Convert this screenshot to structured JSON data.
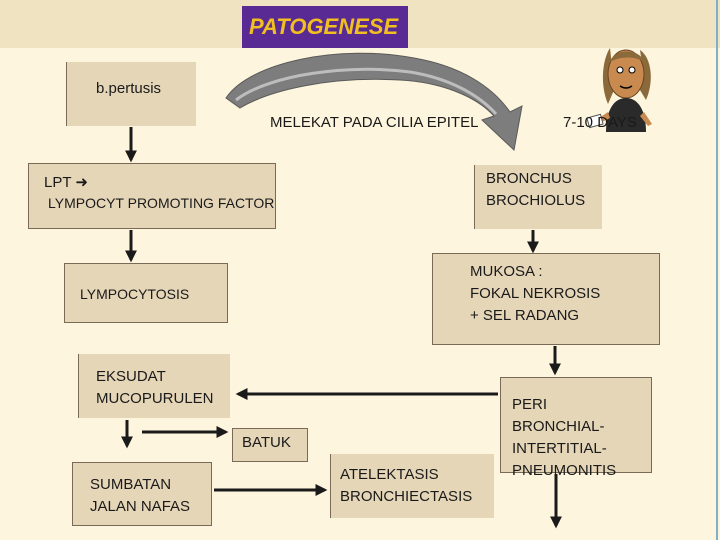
{
  "title": "PATOGENESE",
  "nodes": {
    "pertusis": "b.pertusis",
    "melekat": "MELEKAT PADA CILIA EPITEL",
    "days": "7-10 DAYS",
    "lpt_line1": "LPT",
    "lpt_line2": "LYMPOCYT PROMOTING FACTOR",
    "bronchus_line1": "BRONCHUS",
    "bronchus_line2": "BROCHIOLUS",
    "mukosa_line1": "MUKOSA :",
    "mukosa_line2": "FOKAL NEKROSIS",
    "mukosa_line3": "+ SEL RADANG",
    "lympocytosis": "LYMPOCYTOSIS",
    "eksudat_line1": "EKSUDAT",
    "eksudat_line2": "MUCOPURULEN",
    "peri_line1": "PERI",
    "peri_line2": "BRONCHIAL-",
    "peri_line3": "INTERTITIAL-",
    "peri_line4": "PNEUMONITIS",
    "batuk": "BATUK",
    "sumbatan_line1": "SUMBATAN",
    "sumbatan_line2": "JALAN NAFAS",
    "atelektasis_line1": "ATELEKTASIS",
    "atelektasis_line2": "BRONCHIECTASIS"
  },
  "colors": {
    "background": "#fdf5dd",
    "box": "#e6d6b8",
    "title_bg": "#5a2a94",
    "title_text": "#f0c020"
  },
  "icons": {
    "lpt_arrow": "arrow-right",
    "figure": "cartoon-woman"
  }
}
